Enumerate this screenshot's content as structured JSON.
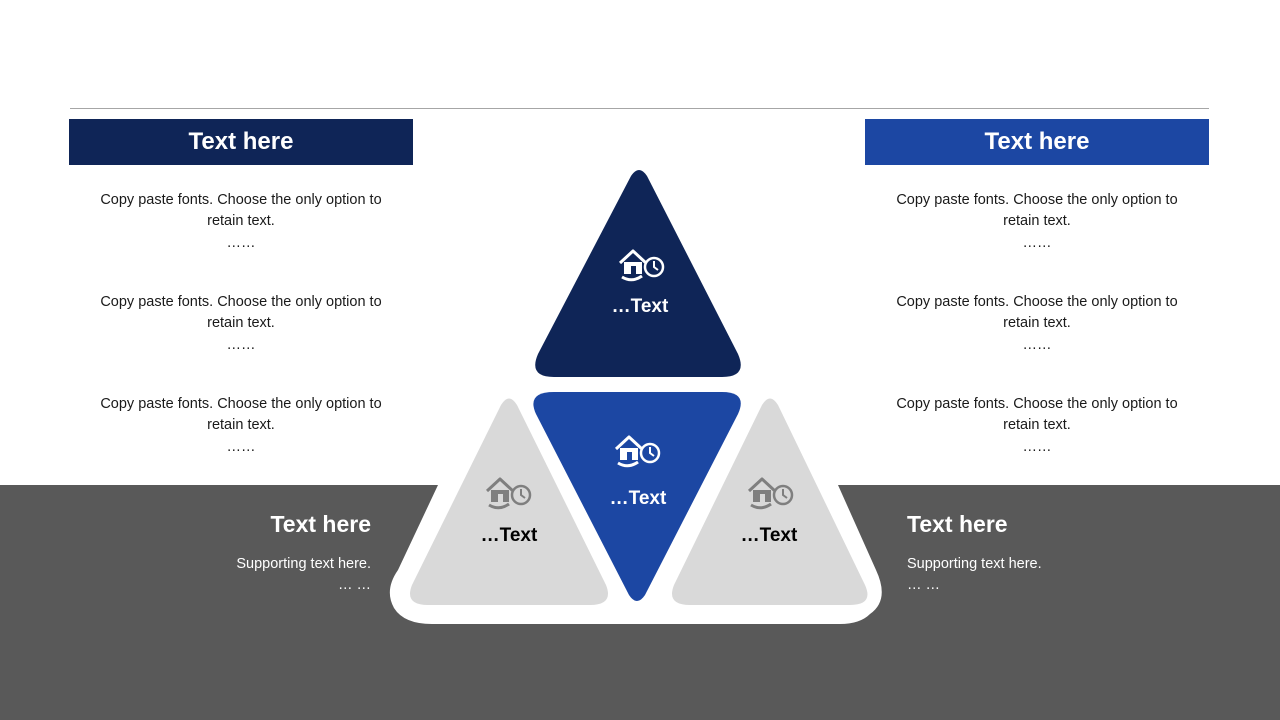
{
  "headers": {
    "left": "Text here",
    "right": "Text here"
  },
  "left_column": [
    {
      "text": "Copy paste fonts. Choose the only option to retain text.",
      "dots": "……"
    },
    {
      "text": "Copy paste fonts. Choose the only option to retain text.",
      "dots": "……"
    },
    {
      "text": "Copy paste fonts. Choose the only option to retain text.",
      "dots": "……"
    }
  ],
  "right_column": [
    {
      "text": "Copy paste fonts. Choose the only option to retain text.",
      "dots": "……"
    },
    {
      "text": "Copy paste fonts. Choose the only option to retain text.",
      "dots": "……"
    },
    {
      "text": "Copy paste fonts. Choose the only option to retain text.",
      "dots": "……"
    }
  ],
  "bottom_left": {
    "title": "Text here",
    "sub": "Supporting text here.",
    "dots": "… …"
  },
  "bottom_right": {
    "title": "Text here",
    "sub": "Supporting text here.",
    "dots": "… …"
  },
  "triangles": {
    "top": "…Text",
    "middle": "…Text",
    "left": "…Text",
    "right": "…Text"
  },
  "icons": {
    "triangle_icon": "home-24h-icon"
  },
  "colors": {
    "navy": "#0f2557",
    "blue": "#1c47a3",
    "gray_band": "#595959",
    "light_gray": "#d9d9d9",
    "rule": "#a6a6a6",
    "icon_gray": "#7f7f7f"
  }
}
